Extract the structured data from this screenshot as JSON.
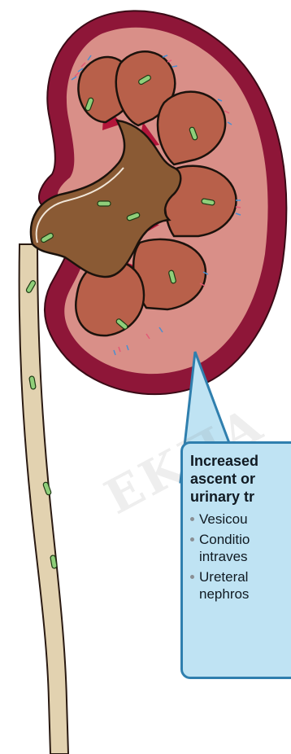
{
  "callout": {
    "heading_lines": [
      "Increased",
      "ascent or",
      "urinary tr"
    ],
    "bullets": [
      {
        "lines": [
          "Vesicou"
        ]
      },
      {
        "lines": [
          "Conditio",
          "intraves"
        ]
      },
      {
        "lines": [
          "Ureteral",
          "nephros"
        ]
      }
    ]
  },
  "watermark": {
    "text": "EKΠA"
  },
  "colors": {
    "capsule": "#8e1638",
    "cortex": "#d98f88",
    "pelvis": "#8a5a34",
    "medulla": "#b8604a",
    "ureter": "#e2d2b0",
    "bacteria": "#8fcf7a",
    "callout_fill": "#bfe3f3",
    "callout_border": "#2f7fae"
  }
}
